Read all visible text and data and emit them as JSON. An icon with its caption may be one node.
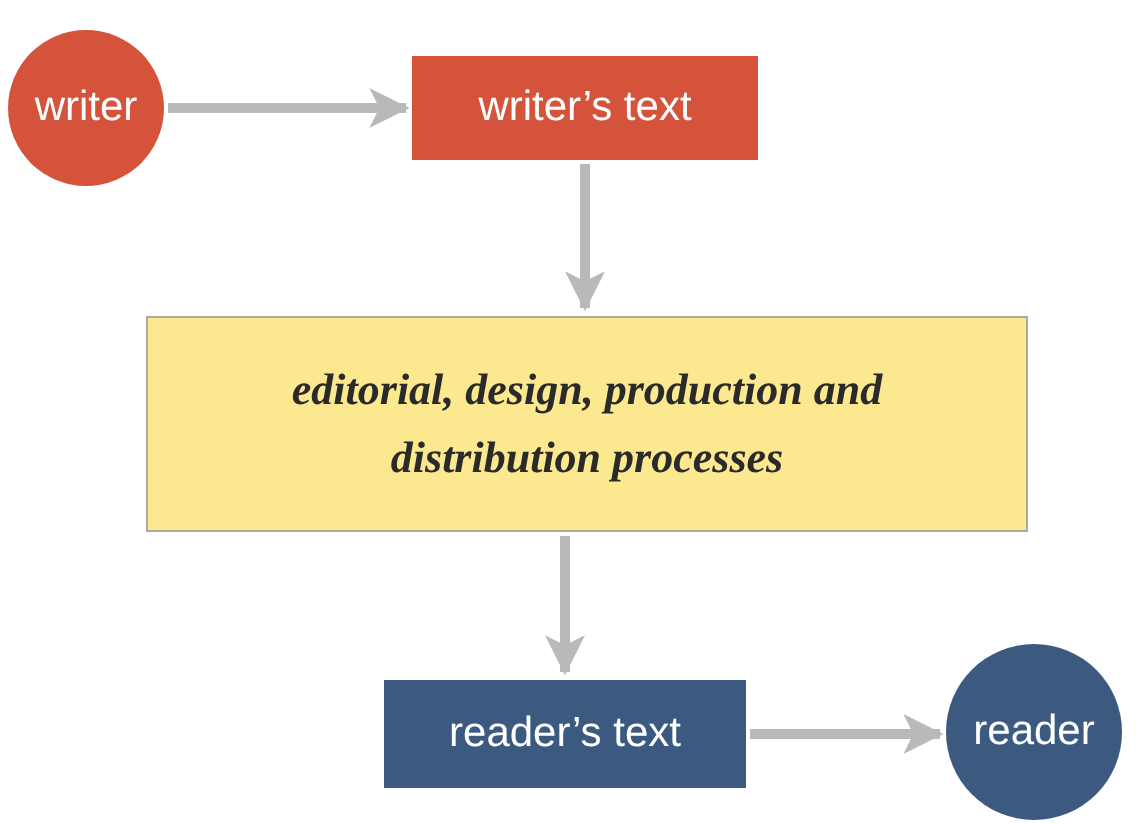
{
  "diagram": {
    "nodes": [
      {
        "text": [
          "writer"
        ]
      },
      {
        "text": [
          "writer’s text"
        ]
      },
      {
        "text": [
          "editorial, design, production and distribution processes"
        ]
      },
      {
        "text": [
          "reader’s text"
        ]
      },
      {
        "text": [
          "reader"
        ]
      }
    ],
    "edges": [
      {
        "from": 0,
        "to": 1,
        "arrow": "to"
      },
      {
        "from": 1,
        "to": 2,
        "arrow": "to"
      },
      {
        "from": 2,
        "to": 3,
        "arrow": "to"
      },
      {
        "from": 3,
        "to": 4,
        "arrow": "to"
      }
    ]
  }
}
